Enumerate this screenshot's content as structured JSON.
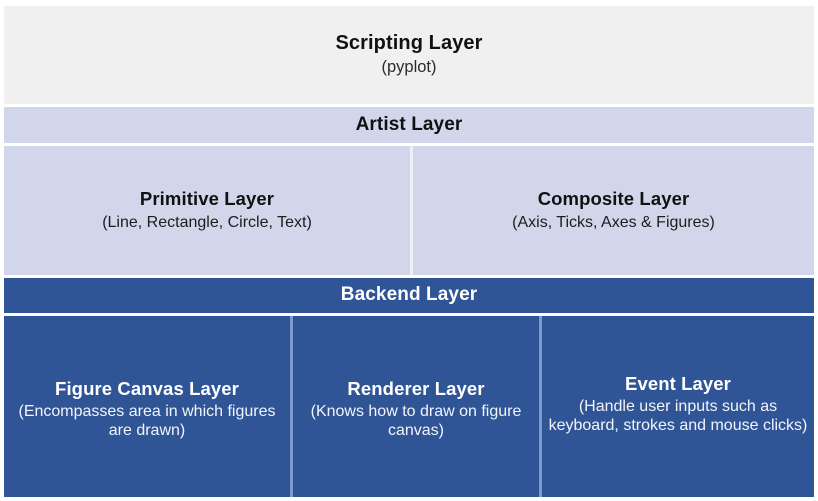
{
  "diagram": {
    "kind": "layered-architecture-diagram",
    "subject": "Matplotlib architecture layers",
    "colors": {
      "scripting_band_bg": "#f1f0f0",
      "artist_band_bg": "#d2d6eb",
      "backend_band_bg": "#2f5597",
      "dark_text": "#111111",
      "light_text": "#ffffff",
      "artist_divider": "#eef0f8",
      "backend_divider": "#7f9bcb",
      "page_bg": "#ffffff"
    }
  },
  "scripting_layer": {
    "title": "Scripting Layer",
    "subtitle": "(pyplot)"
  },
  "artist_layer": {
    "title": "Artist Layer",
    "children": [
      {
        "title": "Primitive Layer",
        "subtitle": "(Line, Rectangle, Circle, Text)"
      },
      {
        "title": "Composite Layer",
        "subtitle": "(Axis, Ticks, Axes & Figures)"
      }
    ]
  },
  "backend_layer": {
    "title": "Backend Layer",
    "children": [
      {
        "title": "Figure Canvas Layer",
        "subtitle": "(Encompasses area in which figures are drawn)"
      },
      {
        "title": "Renderer Layer",
        "subtitle": "(Knows how to draw on figure canvas)"
      },
      {
        "title": "Event Layer",
        "subtitle": "(Handle user inputs such as keyboard, strokes and mouse clicks)"
      }
    ]
  }
}
